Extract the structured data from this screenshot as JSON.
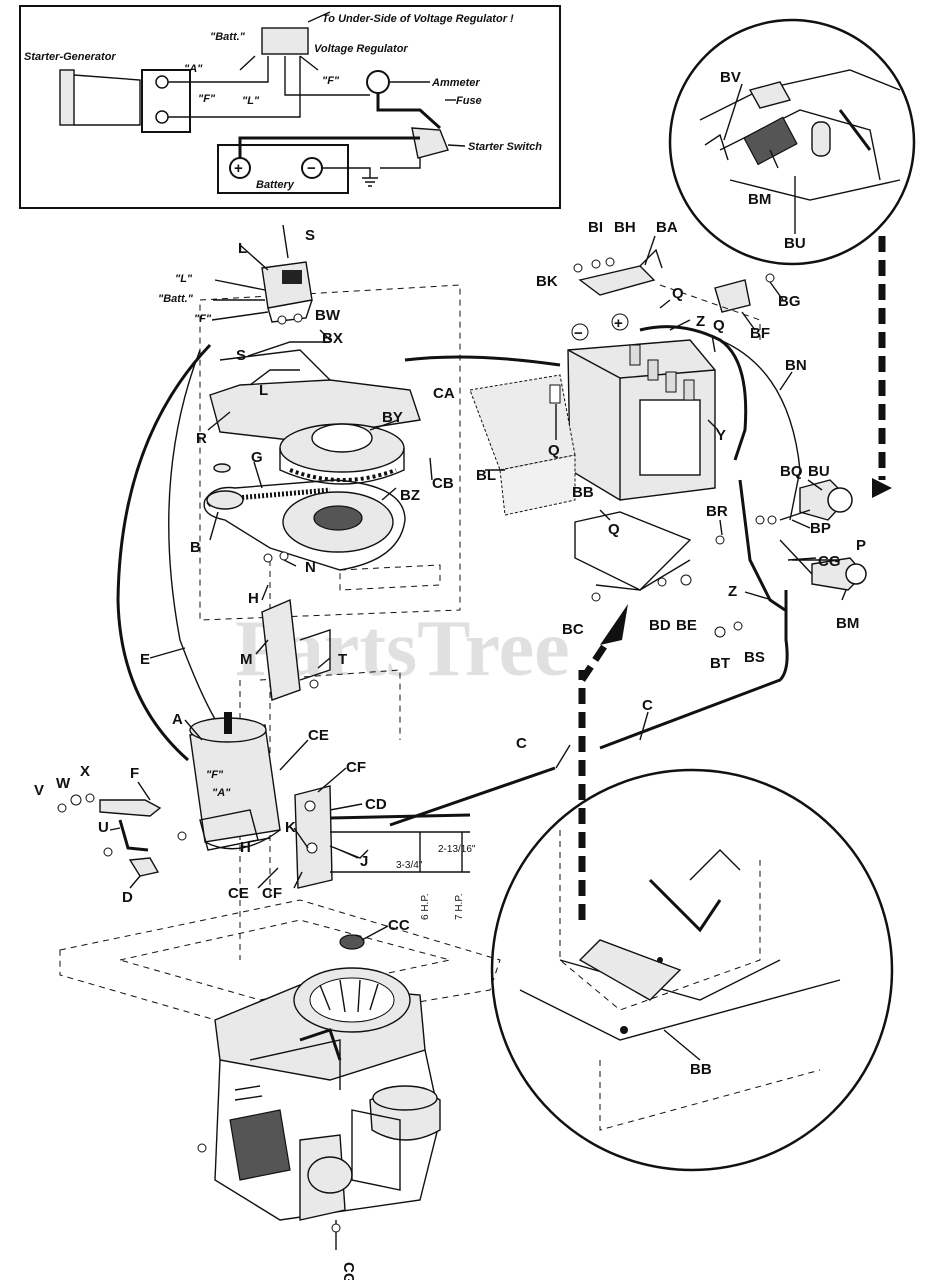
{
  "watermark": "PartsTree",
  "wiring_inset": {
    "title": "To Under-Side of Voltage Regulator !",
    "components": {
      "voltage_regulator": "Voltage Regulator",
      "starter_generator": "Starter-Generator",
      "ammeter": "Ammeter",
      "fuse": "Fuse",
      "starter_switch": "Starter Switch",
      "battery": "Battery"
    },
    "terminals": {
      "batt": "\"Batt.\"",
      "f_reg": "\"F\"",
      "l_reg": "\"L\"",
      "a_gen": "\"A\"",
      "f_gen": "\"F\"",
      "plus": "+",
      "minus": "−"
    }
  },
  "regulator_terminal_labels": {
    "l": "\"L\"",
    "batt": "\"Batt.\"",
    "f": "\"F\""
  },
  "generator_terminal_labels": {
    "f": "\"F\"",
    "a": "\"A\""
  },
  "battery_terminal_labels": {
    "plus": "+",
    "minus": "−"
  },
  "dimensions": {
    "dim_1": "2-13/16\"",
    "dim_2": "3-3/4\"",
    "hp_6": "6 H.P.",
    "hp_7": "7 H.P."
  },
  "part_labels": {
    "S_top": "S",
    "L_top": "L",
    "S_mid": "S",
    "BW": "BW",
    "BX": "BX",
    "L_mid": "L",
    "R": "R",
    "BY_top": "BY",
    "G": "G",
    "CA": "CA",
    "CB": "CB",
    "BZ": "BZ",
    "B": "B",
    "N": "N",
    "H_mid": "H",
    "M": "M",
    "T": "T",
    "E": "E",
    "A": "A",
    "CE_top": "CE",
    "CF_top": "CF",
    "CD": "CD",
    "K": "K",
    "J": "J",
    "F": "F",
    "V": "V",
    "W": "W",
    "X": "X",
    "U": "U",
    "H_low": "H",
    "D": "D",
    "CE_low": "CE",
    "CF_low": "CF",
    "CC": "CC",
    "CG_bottom": "CG",
    "C_mid": "C",
    "C_right": "C",
    "BI": "BI",
    "BH": "BH",
    "BA": "BA",
    "BK": "BK",
    "BG": "BG",
    "BF": "BF",
    "Q_1": "Q",
    "Q_2": "Q",
    "Z_top": "Z",
    "Q_3": "Q",
    "BN": "BN",
    "Y": "Y",
    "BL": "BL",
    "BB_mid": "BB",
    "Q_4": "Q",
    "BQ": "BQ",
    "BU_mid": "BU",
    "BR": "BR",
    "BP": "BP",
    "CG_right": "CG",
    "P": "P",
    "Z_low": "Z",
    "BM_right": "BM",
    "BC": "BC",
    "BD": "BD",
    "BE": "BE",
    "BT": "BT",
    "BS": "BS",
    "BV": "BV",
    "BM_circle": "BM",
    "BU_circle": "BU",
    "BB_circle": "BB"
  }
}
